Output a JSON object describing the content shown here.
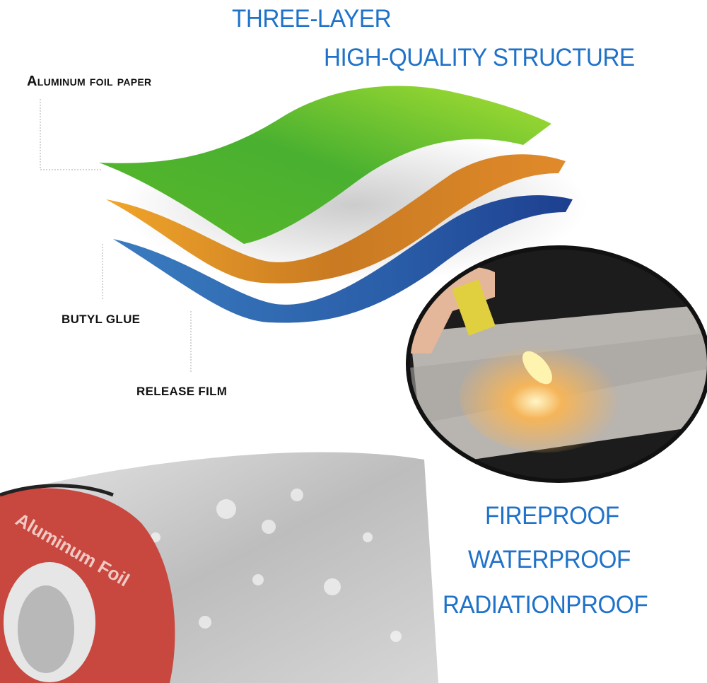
{
  "headline": {
    "line1": "THREE-LAYER",
    "line2": "HIGH-QUALITY STRUCTURE"
  },
  "layers": [
    {
      "label": "Aluminum foil paper",
      "color": "#7ccf2a"
    },
    {
      "label": "BUTYL GLUE",
      "color": "#d9861f"
    },
    {
      "label": "RELEASE FILM",
      "color": "#2a67ad"
    }
  ],
  "features": [
    "FIREPROOF",
    "WATERPROOF",
    "RADIATIONPROOF"
  ],
  "roll_logo_text": "Aluminum Foil",
  "colors": {
    "accent": "#1f72c9"
  }
}
